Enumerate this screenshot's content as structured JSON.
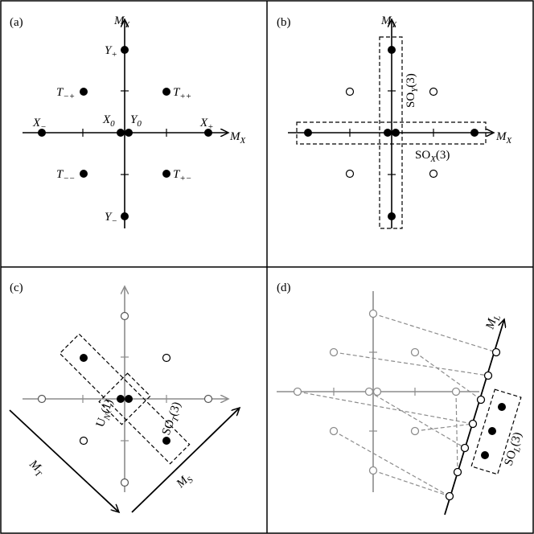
{
  "panels": {
    "a": {
      "tag": "(a)",
      "axis_x": "M",
      "axis_x_sub": "X",
      "axis_y": "M",
      "axis_y_sub": "Y",
      "labels": {
        "y_plus": "Y",
        "y_plus_sub": "+",
        "y_minus": "Y",
        "y_minus_sub": "−",
        "x_plus": "X",
        "x_plus_sub": "+",
        "x_minus": "X",
        "x_minus_sub": "−",
        "x0": "X",
        "x0_sub": "0",
        "y0": "Y",
        "y0_sub": "0",
        "t_mp": "T",
        "t_mp_sub": "−+",
        "t_pp": "T",
        "t_pp_sub": "++",
        "t_mm": "T",
        "t_mm_sub": "−−",
        "t_pm": "T",
        "t_pm_sub": "+−"
      }
    },
    "b": {
      "tag": "(b)",
      "axis_x": "M",
      "axis_x_sub": "X",
      "axis_y": "M",
      "axis_y_sub": "Y",
      "so_y": "SO",
      "so_y_sub": "Y",
      "so_y_tail": "(3)",
      "so_x": "SO",
      "so_x_sub": "X",
      "so_x_tail": "(3)"
    },
    "c": {
      "tag": "(c)",
      "un": "U",
      "un_sub": "N",
      "un_tail": "(1)",
      "so_t": "SO",
      "so_t_sub": "T",
      "so_t_tail": "(3)",
      "axis_t": "M",
      "axis_t_sub": "T",
      "axis_s": "M",
      "axis_s_sub": "S"
    },
    "d": {
      "tag": "(d)",
      "axis_l": "M",
      "axis_l_sub": "L",
      "so_l": "SO",
      "so_l_sub": "L",
      "so_l_tail": "(3)"
    }
  },
  "colors": {
    "ink": "#000000",
    "gray": "#8c8c8c",
    "background": "#ffffff"
  }
}
